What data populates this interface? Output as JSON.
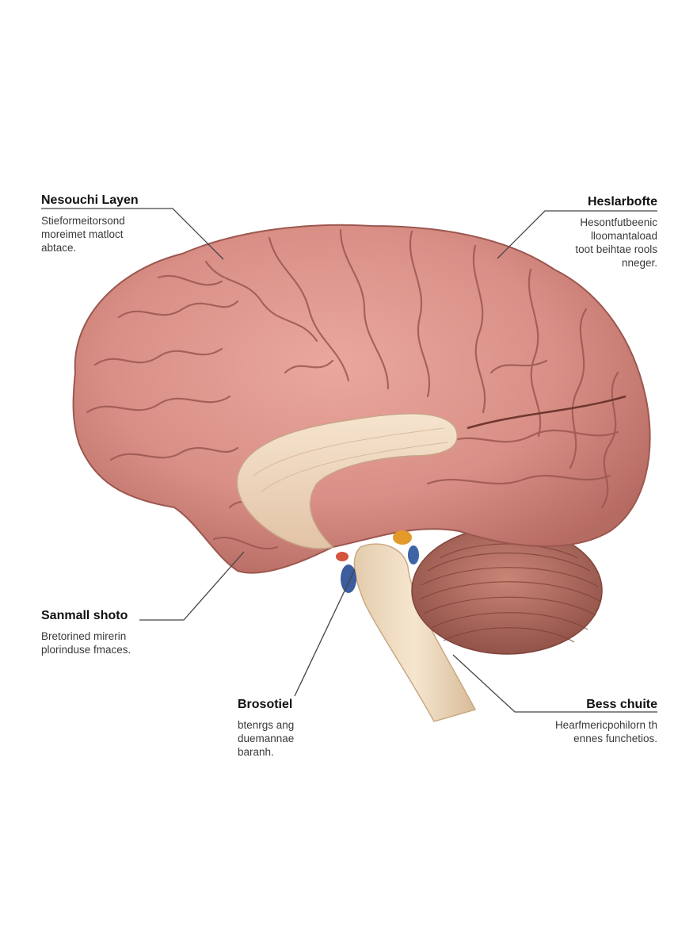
{
  "labels": {
    "top_left": {
      "title": "Nesouchi Layen",
      "lines": [
        "Stieformeitorsond",
        "moreimet matloct",
        "abtace."
      ]
    },
    "top_right": {
      "title": "Heslarbofte",
      "lines": [
        "Hesontfutbeenic",
        "lloomantaload",
        "toot beihtae rools",
        "nneger."
      ]
    },
    "mid_left": {
      "title": "Sanmall shoto",
      "lines": [
        "Bretorined mirerin",
        "plorinduse fmaces."
      ]
    },
    "bottom_center": {
      "title": "Brosotiel",
      "lines": [
        "btenrgs ang",
        "duemannae",
        "baranh."
      ]
    },
    "bottom_right": {
      "title": "Bess chuite",
      "lines": [
        "Hearfmericpohilorn th",
        "ennes funchetios."
      ]
    }
  },
  "colors": {
    "cortex": "#d98f86",
    "cortex_dark": "#a95f57",
    "corpus_callosum": "#f1d9c2",
    "cerebellum": "#b06a5e",
    "brainstem": "#f0dcc0",
    "leader_line": "#444444"
  }
}
